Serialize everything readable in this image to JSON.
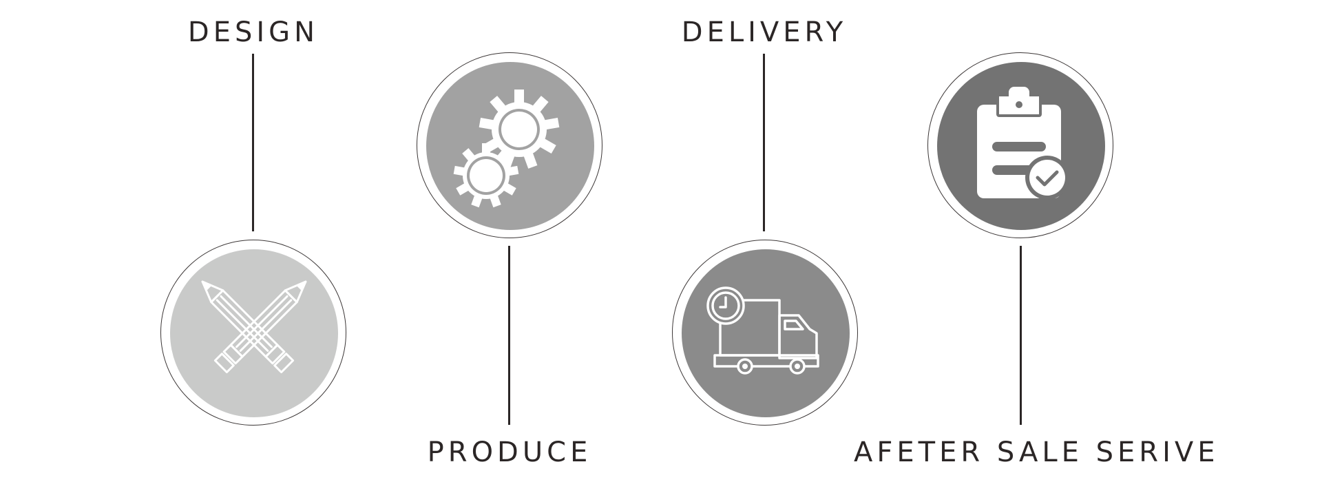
{
  "steps": [
    {
      "label": "DESIGN",
      "icon": "crossed-pencils-icon",
      "color": "#c9cac9"
    },
    {
      "label": "PRODUCE",
      "icon": "gears-icon",
      "color": "#a2a2a2"
    },
    {
      "label": "DELIVERY",
      "icon": "delivery-truck-icon",
      "color": "#8b8b8b"
    },
    {
      "label": "AFETER SALE SERIVE",
      "icon": "clipboard-check-icon",
      "color": "#737373"
    }
  ],
  "colors": {
    "line": "#2b2626",
    "icon": "#ffffff"
  }
}
